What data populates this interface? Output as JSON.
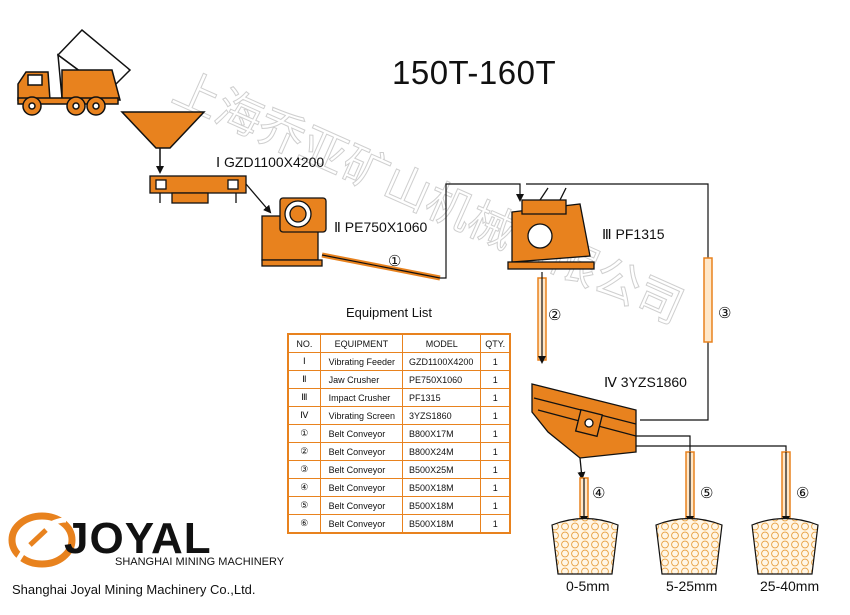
{
  "title": "150T-160T",
  "colors": {
    "machine": "#e8821e",
    "line": "#111111",
    "watermark": "#cfcfcf"
  },
  "machines": {
    "feeder": "Ⅰ GZD1100X4200",
    "jaw": "Ⅱ PE750X1060",
    "impact": "Ⅲ PF1315",
    "screen": "Ⅳ 3YZS1860"
  },
  "conveyor_marks": [
    "①",
    "②",
    "③",
    "④",
    "⑤",
    "⑥"
  ],
  "products": [
    "0-5mm",
    "5-25mm",
    "25-40mm"
  ],
  "equipment_list": {
    "title": "Equipment List",
    "headers": [
      "NO.",
      "EQUIPMENT",
      "MODEL",
      "QTY."
    ],
    "rows": [
      [
        "Ⅰ",
        "Vibrating Feeder",
        "GZD1100X4200",
        "1"
      ],
      [
        "Ⅱ",
        "Jaw Crusher",
        "PE750X1060",
        "1"
      ],
      [
        "Ⅲ",
        "Impact Crusher",
        "PF1315",
        "1"
      ],
      [
        "Ⅳ",
        "Vibrating Screen",
        "3YZS1860",
        "1"
      ],
      [
        "①",
        "Belt Conveyor",
        "B800X17M",
        "1"
      ],
      [
        "②",
        "Belt Conveyor",
        "B800X24M",
        "1"
      ],
      [
        "③",
        "Belt Conveyor",
        "B500X25M",
        "1"
      ],
      [
        "④",
        "Belt Conveyor",
        "B500X18M",
        "1"
      ],
      [
        "⑤",
        "Belt Conveyor",
        "B500X18M",
        "1"
      ],
      [
        "⑥",
        "Belt Conveyor",
        "B500X18M",
        "1"
      ]
    ]
  },
  "logo": {
    "word": "JOYAL",
    "subtitle": "SHANGHAI MINING MACHINERY",
    "company": "Shanghai Joyal Mining Machinery Co.,Ltd."
  },
  "watermark": "上海乔亚矿山机械有限公司"
}
